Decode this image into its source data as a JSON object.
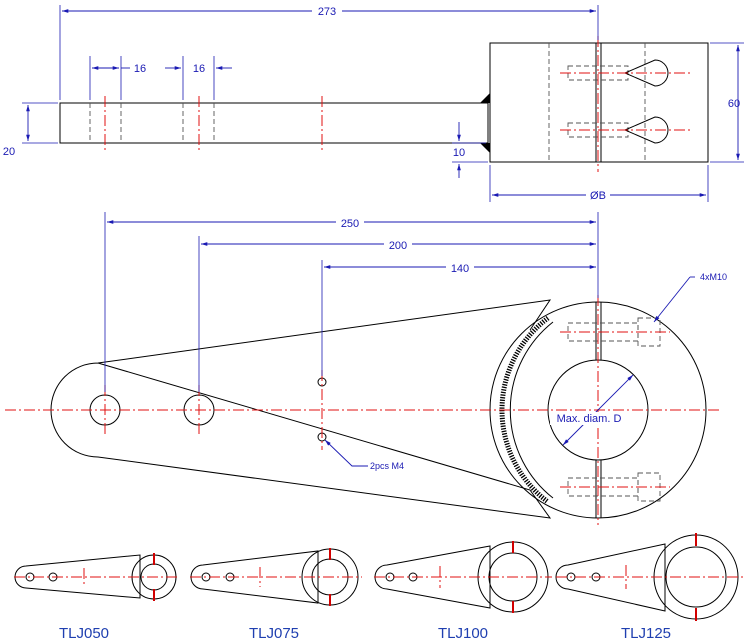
{
  "colors": {
    "outline": "#000000",
    "dimension": "#1a1ab3",
    "centerline": "#e01010",
    "label": "#1f3fb0",
    "background": "#ffffff"
  },
  "top_view": {
    "dim_total": "273",
    "dim_spacing_a": "16",
    "dim_spacing_b": "16",
    "dim_thickness": "20",
    "dim_height": "60",
    "dim_offset": "10",
    "dim_bore": "ØB"
  },
  "front_view": {
    "dim_250": "250",
    "dim_200": "200",
    "dim_140": "140",
    "note_screws": "4xM10",
    "note_tapped": "2pcs M4",
    "note_bore": "Max. diam. D"
  },
  "variants": [
    {
      "label": "TLJ050"
    },
    {
      "label": "TLJ075"
    },
    {
      "label": "TLJ100"
    },
    {
      "label": "TLJ125"
    }
  ]
}
